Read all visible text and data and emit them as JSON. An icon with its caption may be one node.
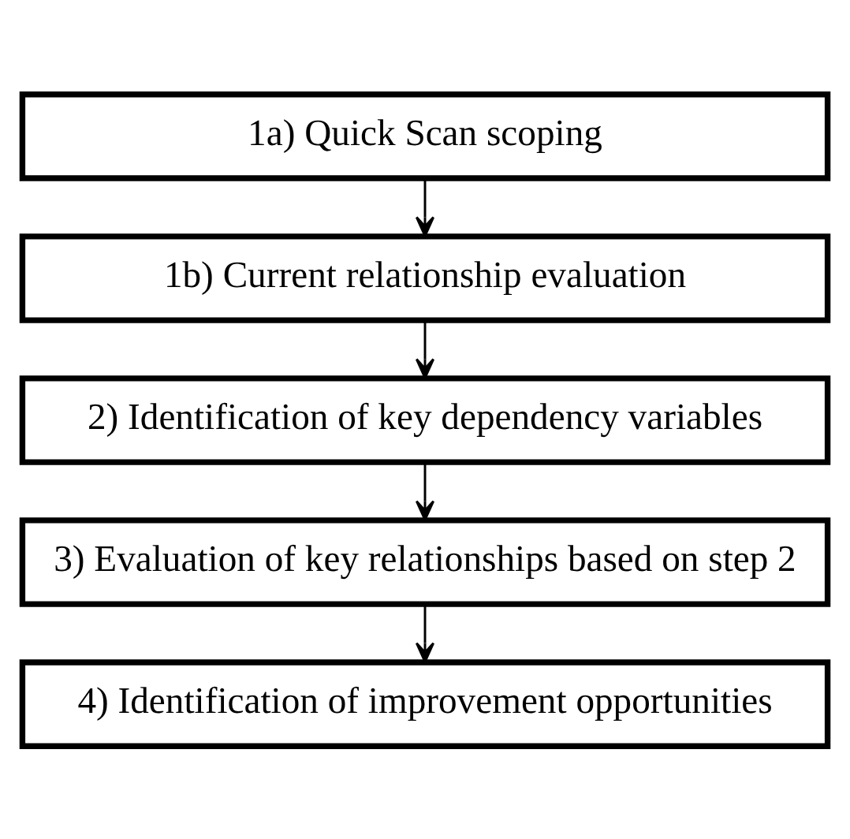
{
  "diagram": {
    "nodes": [
      {
        "text": [
          "1a) Quick Scan scoping"
        ]
      },
      {
        "text": [
          "1b) Current relationship evaluation"
        ]
      },
      {
        "text": [
          "2) Identification of key dependency variables"
        ]
      },
      {
        "text": [
          "3) Evaluation of key relationships based on step 2"
        ]
      },
      {
        "text": [
          "4) Identification of improvement opportunities"
        ]
      }
    ],
    "edges": [
      {
        "from": 0,
        "to": 1,
        "arrow": "to"
      },
      {
        "from": 1,
        "to": 2,
        "arrow": "to"
      },
      {
        "from": 2,
        "to": 3,
        "arrow": "to"
      },
      {
        "from": 3,
        "to": 4,
        "arrow": "to"
      }
    ]
  }
}
